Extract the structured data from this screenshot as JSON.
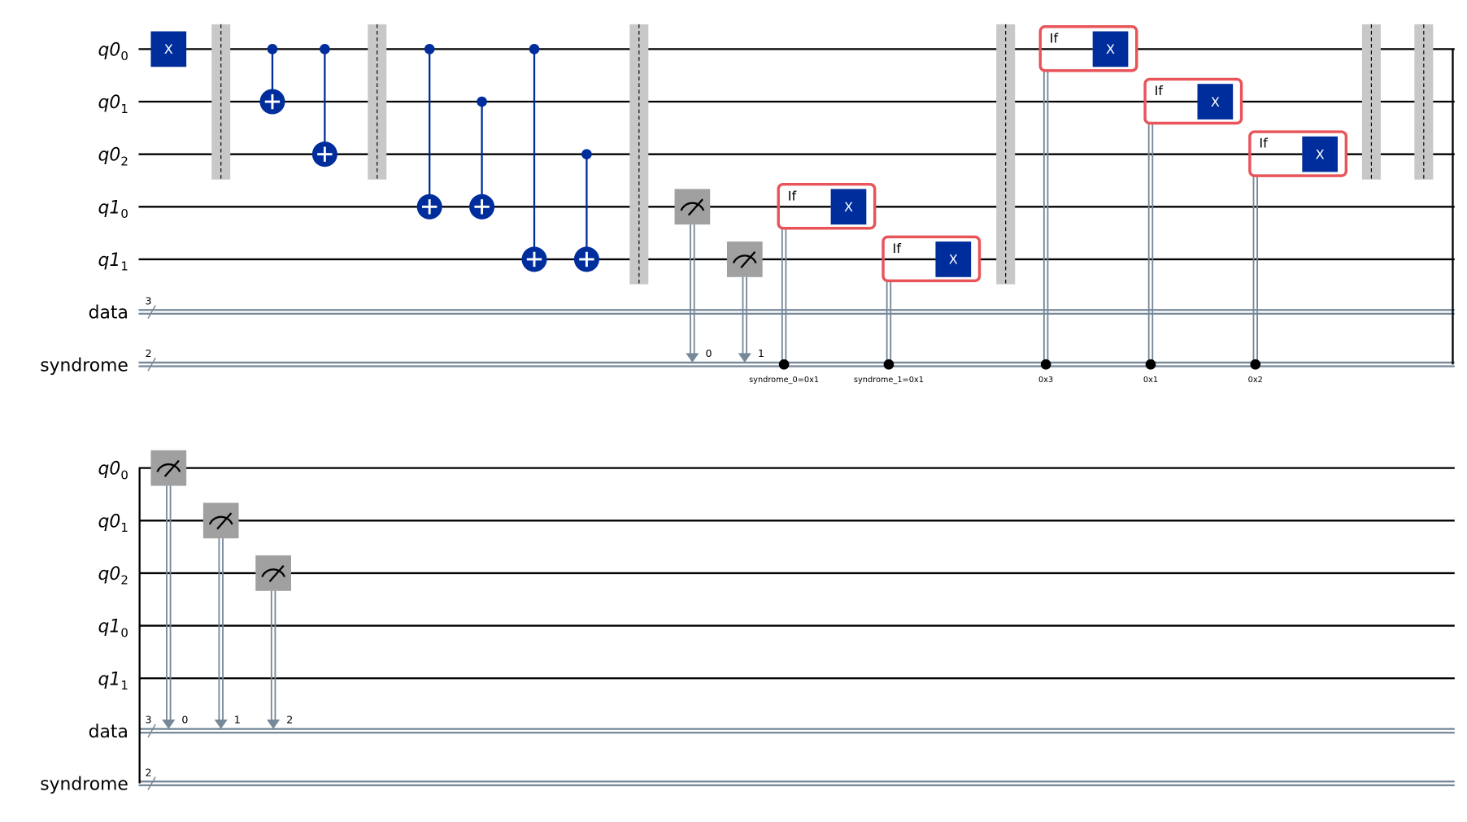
{
  "colors": {
    "gate": "#002d9c",
    "measure": "#a0a0a0",
    "barrier": "#c8c8c8",
    "classical": "#778899",
    "if_box": "#e8545a",
    "wire": "#000000"
  },
  "wires": [
    {
      "name": "q0",
      "sub": "0"
    },
    {
      "name": "q0",
      "sub": "1"
    },
    {
      "name": "q0",
      "sub": "2"
    },
    {
      "name": "q1",
      "sub": "0"
    },
    {
      "name": "q1",
      "sub": "1"
    },
    {
      "name": "data",
      "size": "3"
    },
    {
      "name": "syndrome",
      "size": "2"
    }
  ],
  "block1": {
    "x_gate": {
      "label": "X",
      "qubit": 0
    },
    "cnots": [
      [
        0,
        1
      ],
      [
        0,
        2
      ],
      [
        0,
        3
      ],
      [
        1,
        3
      ],
      [
        0,
        4
      ],
      [
        2,
        4
      ]
    ],
    "measures": [
      {
        "qubit": 3,
        "bit": "0"
      },
      {
        "qubit": 4,
        "bit": "1"
      }
    ],
    "if_ops": [
      {
        "if_label": "If",
        "gate": "X",
        "qubit": 3,
        "condition": "syndrome_0=0x1"
      },
      {
        "if_label": "If",
        "gate": "X",
        "qubit": 4,
        "condition": "syndrome_1=0x1"
      },
      {
        "if_label": "If",
        "gate": "X",
        "qubit": 0,
        "condition": "0x3"
      },
      {
        "if_label": "If",
        "gate": "X",
        "qubit": 1,
        "condition": "0x1"
      },
      {
        "if_label": "If",
        "gate": "X",
        "qubit": 2,
        "condition": "0x2"
      }
    ]
  },
  "block2": {
    "measures": [
      {
        "qubit": 0,
        "bit": "0"
      },
      {
        "qubit": 1,
        "bit": "1"
      },
      {
        "qubit": 2,
        "bit": "2"
      }
    ]
  }
}
